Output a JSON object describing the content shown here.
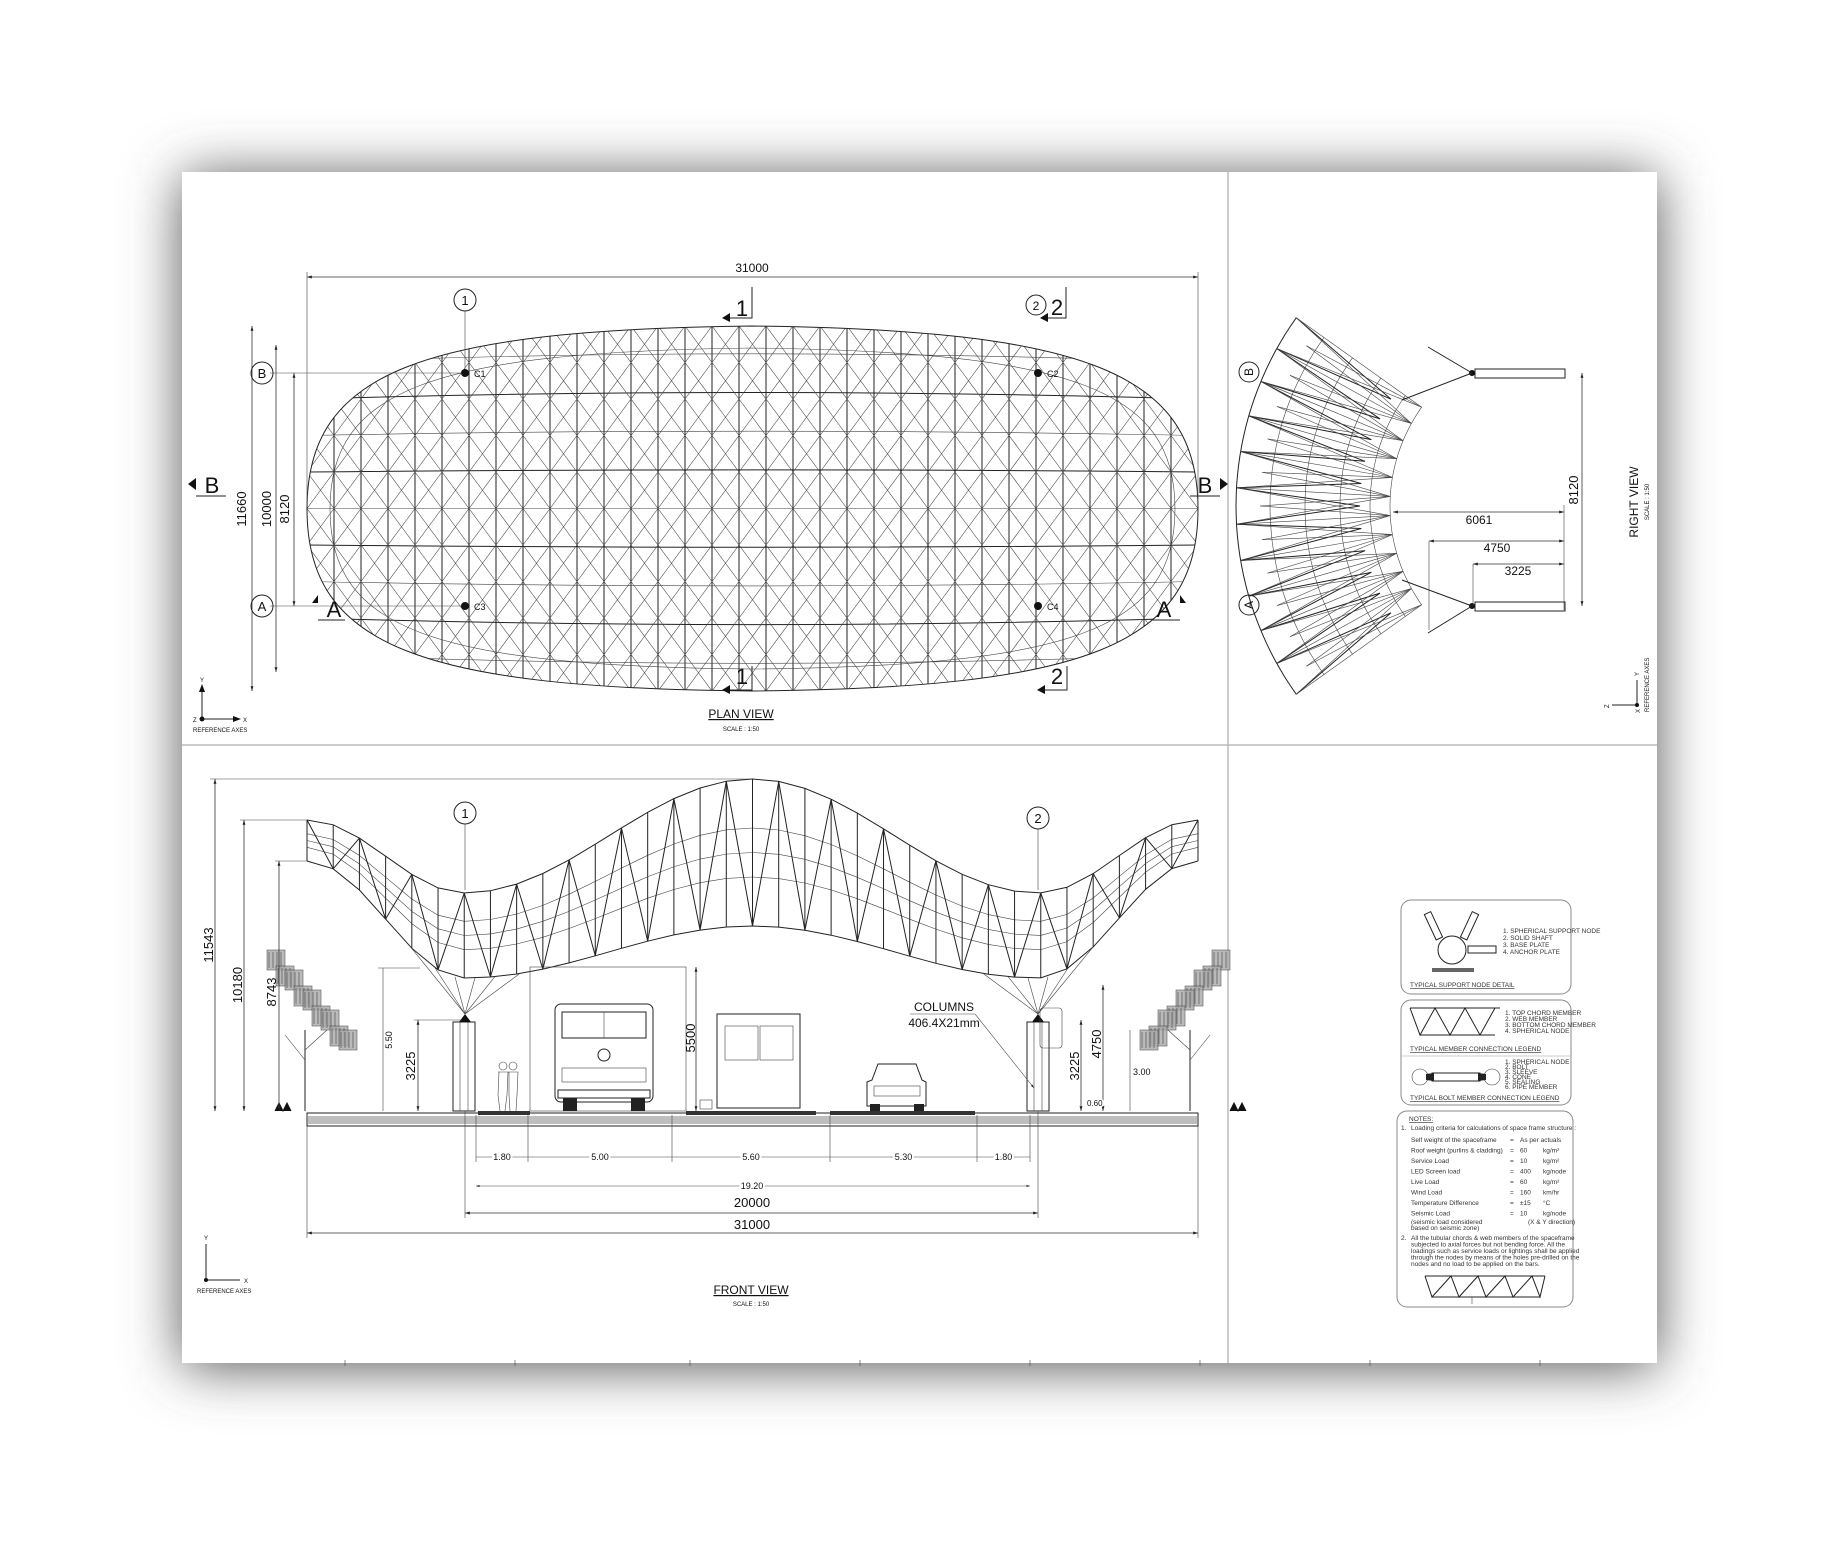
{
  "plan_view": {
    "title": "PLAN VIEW",
    "scale": "SCALE : 1:50",
    "overall_length": "31000",
    "overall_width": "11660",
    "width_10000": "10000",
    "width_8120": "8120",
    "grid_1": "1",
    "grid_2": "2",
    "grid_A": "A",
    "grid_B": "B",
    "section_1": "1",
    "section_2": "2",
    "section_A": "A",
    "section_B": "B",
    "columns": [
      "C1",
      "C2",
      "C3",
      "C4"
    ],
    "ref_axes": {
      "label": "REFERENCE AXES",
      "x": "X",
      "y": "Y",
      "z": "Z"
    }
  },
  "right_view": {
    "title": "RIGHT VIEW",
    "scale": "SCALE : 1:50",
    "dim_8120": "8120",
    "dim_6061": "6061",
    "dim_4750": "4750",
    "dim_3225": "3225",
    "grid_A": "A",
    "grid_B": "B",
    "ref_axes": {
      "label": "REFERENCE AXES",
      "y": "Y",
      "z": "Z",
      "x": "X"
    }
  },
  "front_view": {
    "title": "FRONT VIEW",
    "scale": "SCALE : 1:50",
    "dim_11543": "11543",
    "dim_10180": "10180",
    "dim_8743": "8743",
    "dim_3225_left": "3225",
    "dim_550": "5.50",
    "dim_5500": "5500",
    "dim_4750": "4750",
    "dim_3225_right": "3225",
    "dim_300": "3.00",
    "dim_060": "0.60",
    "lanes": [
      "1.80",
      "5.00",
      "5.60",
      "5.30",
      "1.80"
    ],
    "dim_1920": "19.20",
    "dim_20000": "20000",
    "dim_31000": "31000",
    "grid_1": "1",
    "grid_2": "2",
    "columns_label": "COLUMNS",
    "columns_size": "406.4X21mm",
    "ref_axes": {
      "label": "REFERENCE AXES",
      "y": "Y",
      "x": "X"
    }
  },
  "details": {
    "support_node": {
      "title": "TYPICAL SUPPORT NODE DETAIL",
      "legend": [
        "1.   SPHERICAL SUPPORT NODE",
        "2.   SOLID SHAFT",
        "3.   BASE PLATE",
        "4.   ANCHOR PLATE"
      ]
    },
    "member_connection": {
      "title": "TYPICAL MEMBER CONNECTION LEGEND",
      "legend": [
        "1.   TOP CHORD MEMBER",
        "2.   WEB MEMBER",
        "3.   BOTTOM CHORD MEMBER",
        "4.   SPHERICAL NODE"
      ]
    },
    "bolt_connection": {
      "title": "TYPICAL BOLT MEMBER CONNECTION LEGEND",
      "legend": [
        "1.   SPHERICAL NODE",
        "2.   BOLT",
        "3.   SLEEVE",
        "4.   CONE",
        "5.   SEALING",
        "6.   PIPE MEMBER"
      ]
    }
  },
  "notes": {
    "title": "NOTES:",
    "item1": "Loading criteria for calculations of space frame structure :",
    "loads": [
      {
        "label": "Self weight of the spaceframe",
        "eq": "=",
        "value": "As per actuals",
        "unit": ""
      },
      {
        "label": "Roof weight (purlins & cladding)",
        "eq": "=",
        "value": "60",
        "unit": "kg/m²"
      },
      {
        "label": "Service Load",
        "eq": "=",
        "value": "10",
        "unit": "kg/m²"
      },
      {
        "label": "LED Screen load",
        "eq": "=",
        "value": "400",
        "unit": "kg/node"
      },
      {
        "label": "Live Load",
        "eq": "=",
        "value": "60",
        "unit": "kg/m²"
      },
      {
        "label": "Wind Load",
        "eq": "=",
        "value": "160",
        "unit": "km/hr"
      },
      {
        "label": "Temperature Difference",
        "eq": "=",
        "value": "±15",
        "unit": "°C"
      },
      {
        "label": "Seismic Load",
        "eq": "=",
        "value": "10",
        "unit": "kg/node"
      }
    ],
    "seismic_note_1": "(seismic load considered",
    "seismic_note_2": "based on seismic zone)",
    "seismic_dir": "(X & Y direction)",
    "item2_lines": [
      "All the tubular chords & web members of the spaceframe",
      "subjected to axial forces but not bending force. All the",
      "loadings such as service loads or lightings shall be applied",
      "through the nodes by means of the holes pre-drilled on the",
      "nodes and no load to be applied on the bars."
    ],
    "num1": "1.",
    "num2": "2."
  }
}
